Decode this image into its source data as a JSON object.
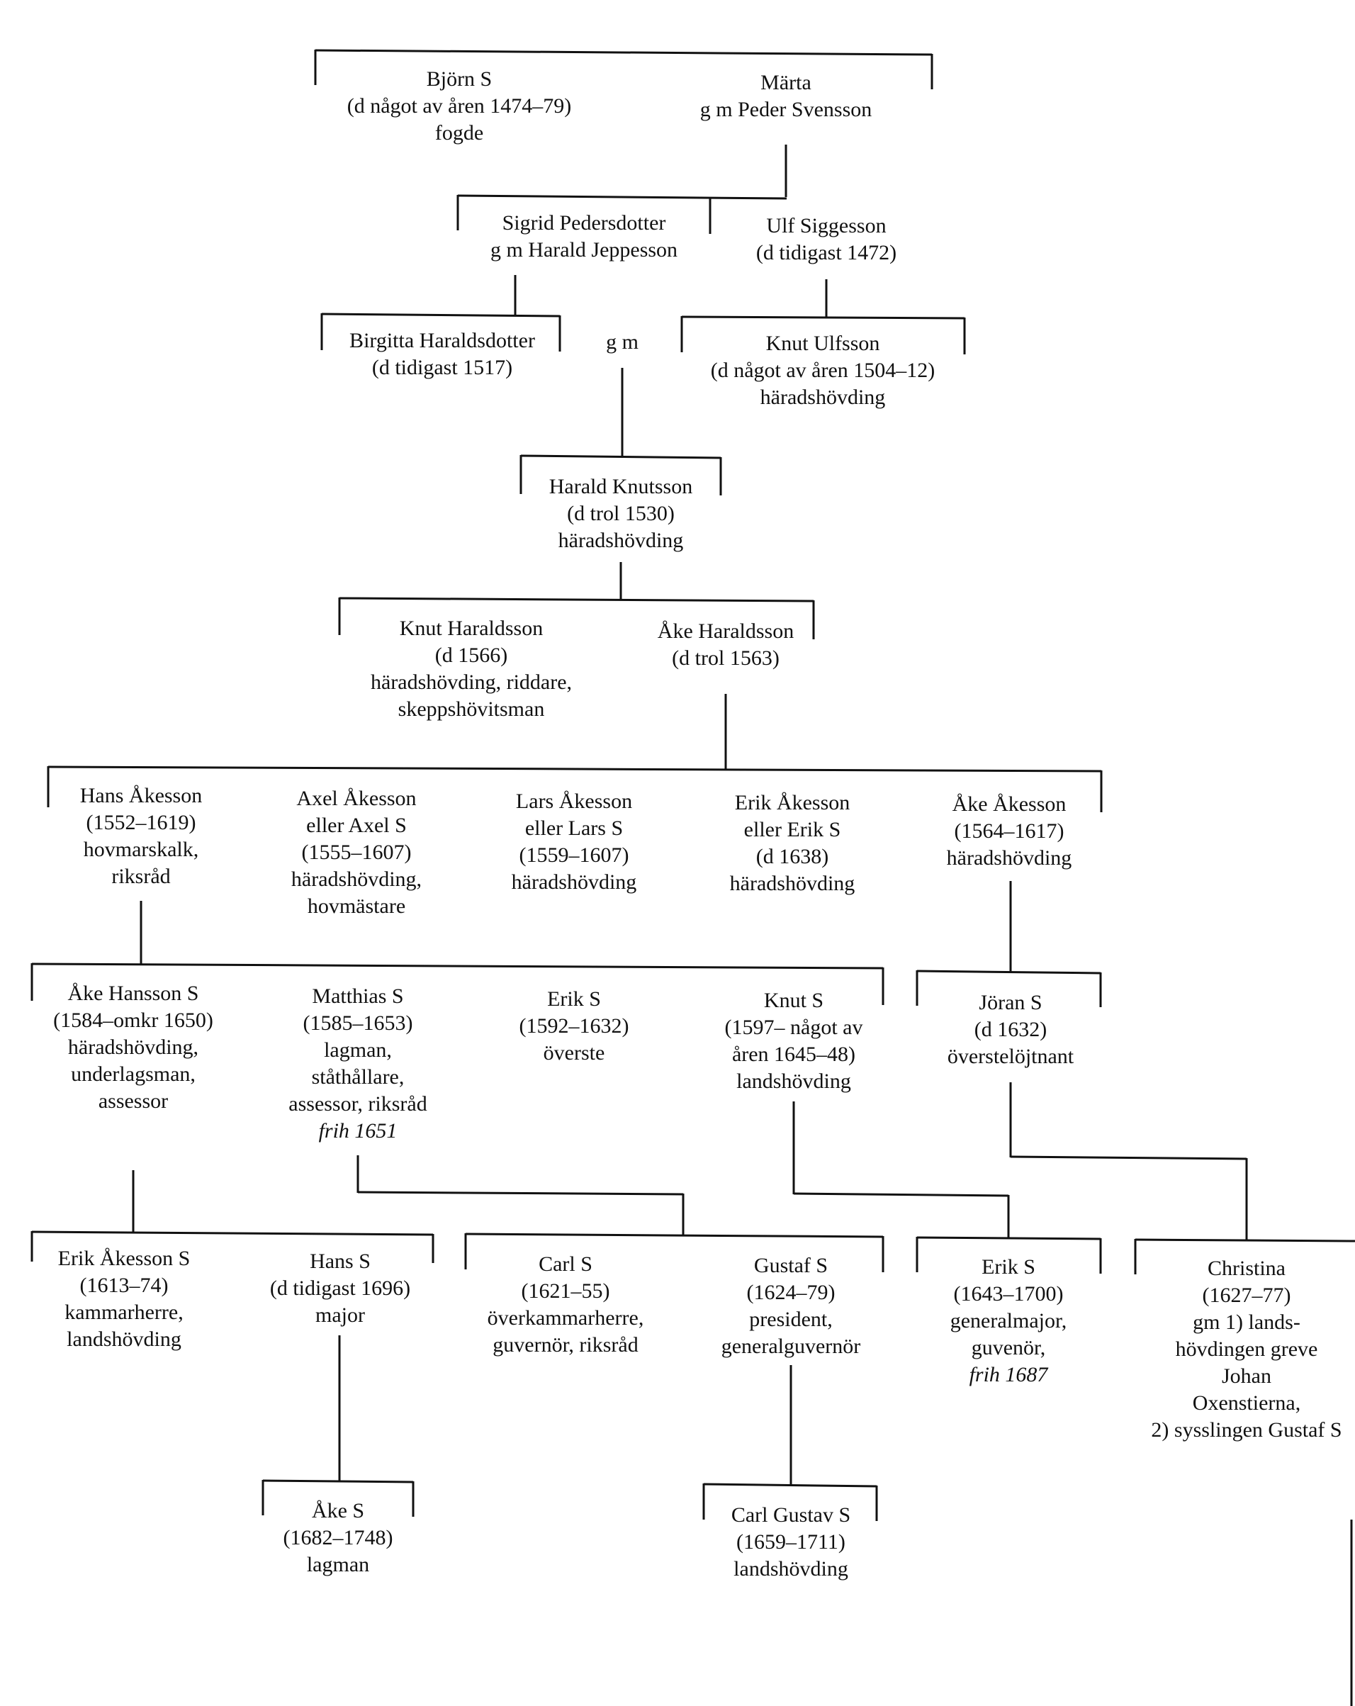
{
  "title": "Släkttavla (family tree)",
  "people": [
    {
      "id": "bjorn",
      "lines": [
        "Björn S",
        "(d något av åren 1474–79)",
        "fogde"
      ]
    },
    {
      "id": "marta",
      "lines": [
        "Märta",
        "g m Peder Svensson"
      ]
    },
    {
      "id": "sigrid",
      "lines": [
        "Sigrid Pedersdotter",
        "g m Harald Jeppesson"
      ]
    },
    {
      "id": "ulf",
      "lines": [
        "Ulf Siggesson",
        "(d tidigast 1472)"
      ]
    },
    {
      "id": "birgitta",
      "lines": [
        "Birgitta Haraldsdotter",
        "(d tidigast 1517)"
      ]
    },
    {
      "id": "knut-ulfsson",
      "lines": [
        "Knut Ulfsson",
        "(d något av åren 1504–12)",
        "häradshövding"
      ]
    },
    {
      "id": "harald-knutsson",
      "lines": [
        "Harald Knutsson",
        "(d trol 1530)",
        "häradshövding"
      ]
    },
    {
      "id": "knut-haraldsson",
      "lines": [
        "Knut Haraldsson",
        "(d 1566)",
        "häradshövding, riddare,",
        "skeppshövitsman"
      ]
    },
    {
      "id": "ake-haraldsson",
      "lines": [
        "Åke Haraldsson",
        "(d trol 1563)"
      ]
    },
    {
      "id": "hans-akesson",
      "lines": [
        "Hans Åkesson",
        "(1552–1619)",
        "hovmarskalk,",
        "riksråd"
      ]
    },
    {
      "id": "axel-akesson",
      "lines": [
        "Axel Åkesson",
        "eller Axel S",
        "(1555–1607)",
        "häradshövding,",
        "hovmästare"
      ]
    },
    {
      "id": "lars-akesson",
      "lines": [
        "Lars Åkesson",
        "eller Lars S",
        "(1559–1607)",
        "häradshövding"
      ]
    },
    {
      "id": "erik-akesson",
      "lines": [
        "Erik Åkesson",
        "eller Erik S",
        "(d 1638)",
        "häradshövding"
      ]
    },
    {
      "id": "ake-akesson",
      "lines": [
        "Åke Åkesson",
        "(1564–1617)",
        "häradshövding"
      ]
    },
    {
      "id": "ake-hansson",
      "lines": [
        "Åke Hansson S",
        "(1584–omkr 1650)",
        "häradshövding,",
        "underlagsman,",
        "assessor"
      ]
    },
    {
      "id": "matthias",
      "lines": [
        "Matthias S",
        "(1585–1653)",
        "lagman,",
        "ståthållare,",
        "assessor, riksråd"
      ],
      "italic_line": "frih 1651"
    },
    {
      "id": "erik-s-1592",
      "lines": [
        "Erik S",
        "(1592–1632)",
        "överste"
      ]
    },
    {
      "id": "knut-s",
      "lines": [
        "Knut S",
        "(1597– något av",
        "åren 1645–48)",
        "landshövding"
      ]
    },
    {
      "id": "joran",
      "lines": [
        "Jöran S",
        "(d 1632)",
        "överstelöjtnant"
      ]
    },
    {
      "id": "erik-akesson-s",
      "lines": [
        "Erik Åkesson S",
        "(1613–74)",
        "kammarherre,",
        "landshövding"
      ]
    },
    {
      "id": "hans-s",
      "lines": [
        "Hans S",
        "(d tidigast 1696)",
        "major"
      ]
    },
    {
      "id": "carl-s",
      "lines": [
        "Carl S",
        "(1621–55)",
        "överkammarherre,",
        "guvernör, riksråd"
      ]
    },
    {
      "id": "gustaf-s",
      "lines": [
        "Gustaf S",
        "(1624–79)",
        "president,",
        "generalguvernör"
      ]
    },
    {
      "id": "erik-s-1643",
      "lines": [
        "Erik S",
        "(1643–1700)",
        "generalmajor,",
        "guvenör,"
      ],
      "italic_line": "frih 1687"
    },
    {
      "id": "christina",
      "lines": [
        "Christina",
        "(1627–77)",
        "gm 1) lands-",
        "hövdingen greve",
        "Johan",
        "Oxenstierna,",
        "2) sysslingen Gustaf S"
      ]
    },
    {
      "id": "ake-s",
      "lines": [
        "Åke S",
        "(1682–1748)",
        "lagman"
      ]
    },
    {
      "id": "carl-gustav-s",
      "lines": [
        "Carl Gustav S",
        "(1659–1711)",
        "landshövding"
      ]
    }
  ],
  "marriage_label": "g m"
}
